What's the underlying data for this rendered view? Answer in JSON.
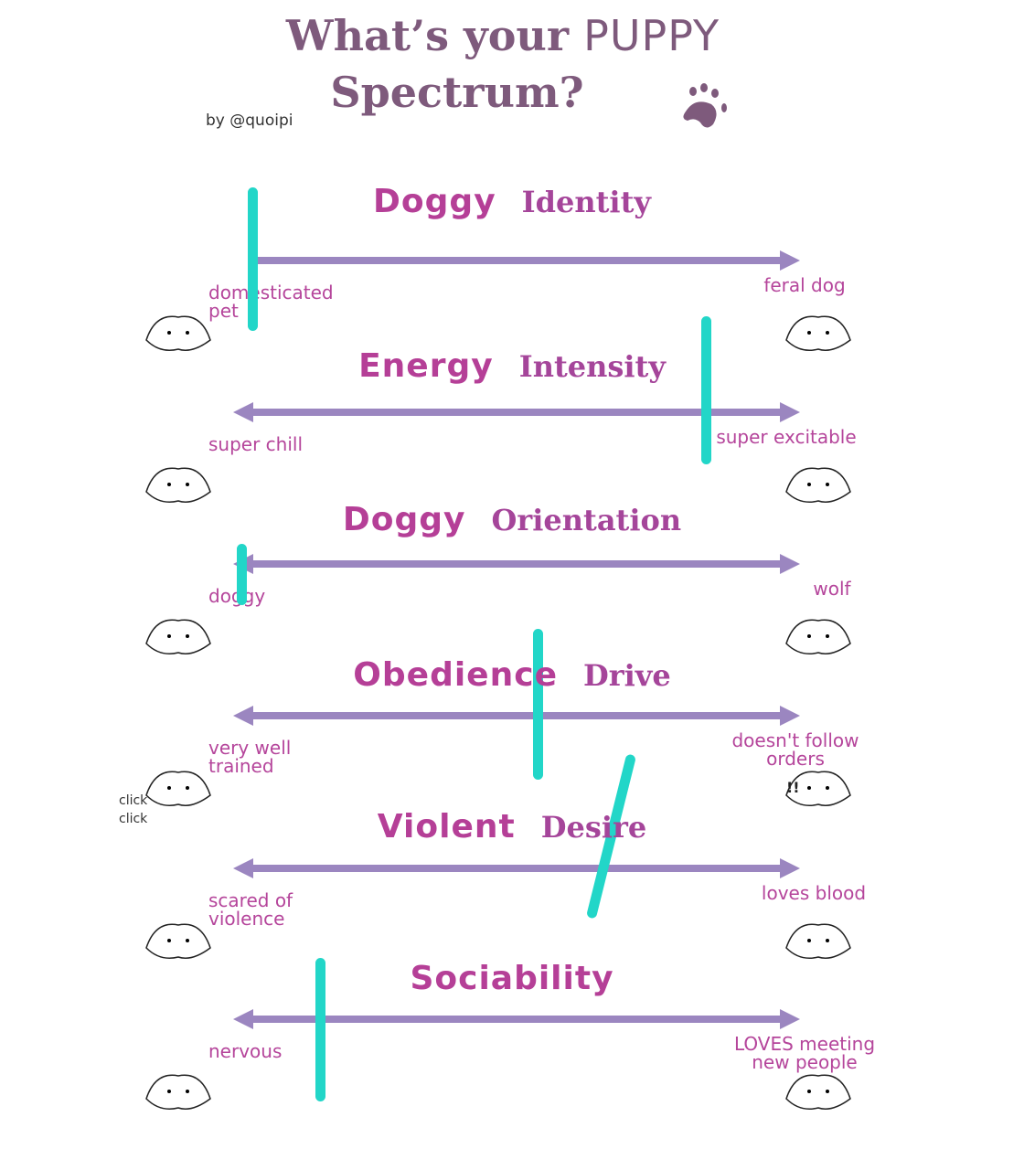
{
  "header": {
    "title_line1_bold": "What’s your",
    "title_line1_hand": "PUPPY",
    "title_line2": "Spectrum?",
    "byline": "by @quoipi"
  },
  "colors": {
    "title": "#7e5a7c",
    "row_title": "#b53f97",
    "arrow": "#9b86c0",
    "marker": "#22d6c8"
  },
  "rows": [
    {
      "w1": "Doggy",
      "w2": "Identity",
      "left": "domesticated pet",
      "right": "feral dog",
      "marker": 0.03
    },
    {
      "w1": "Energy",
      "w2": "Intensity",
      "left": "super chill",
      "right": "super excitable",
      "marker": 0.84
    },
    {
      "w1": "Doggy",
      "w2": "Orientation",
      "left": "doggy",
      "right": "wolf",
      "marker": 0.01
    },
    {
      "w1": "Obedience",
      "w2": "Drive",
      "left": "very well trained",
      "right": "doesn't follow orders",
      "marker": 0.54
    },
    {
      "w1": "Violent",
      "w2": "Desire",
      "left": "scared of violence",
      "right": "loves blood",
      "marker": 0.67
    },
    {
      "w1": "Sociability",
      "w2": "",
      "left": "nervous",
      "right": "LOVES meeting new people",
      "marker": 0.15
    }
  ],
  "doodle_text": {
    "clicker": "click click",
    "speech": "!!"
  }
}
